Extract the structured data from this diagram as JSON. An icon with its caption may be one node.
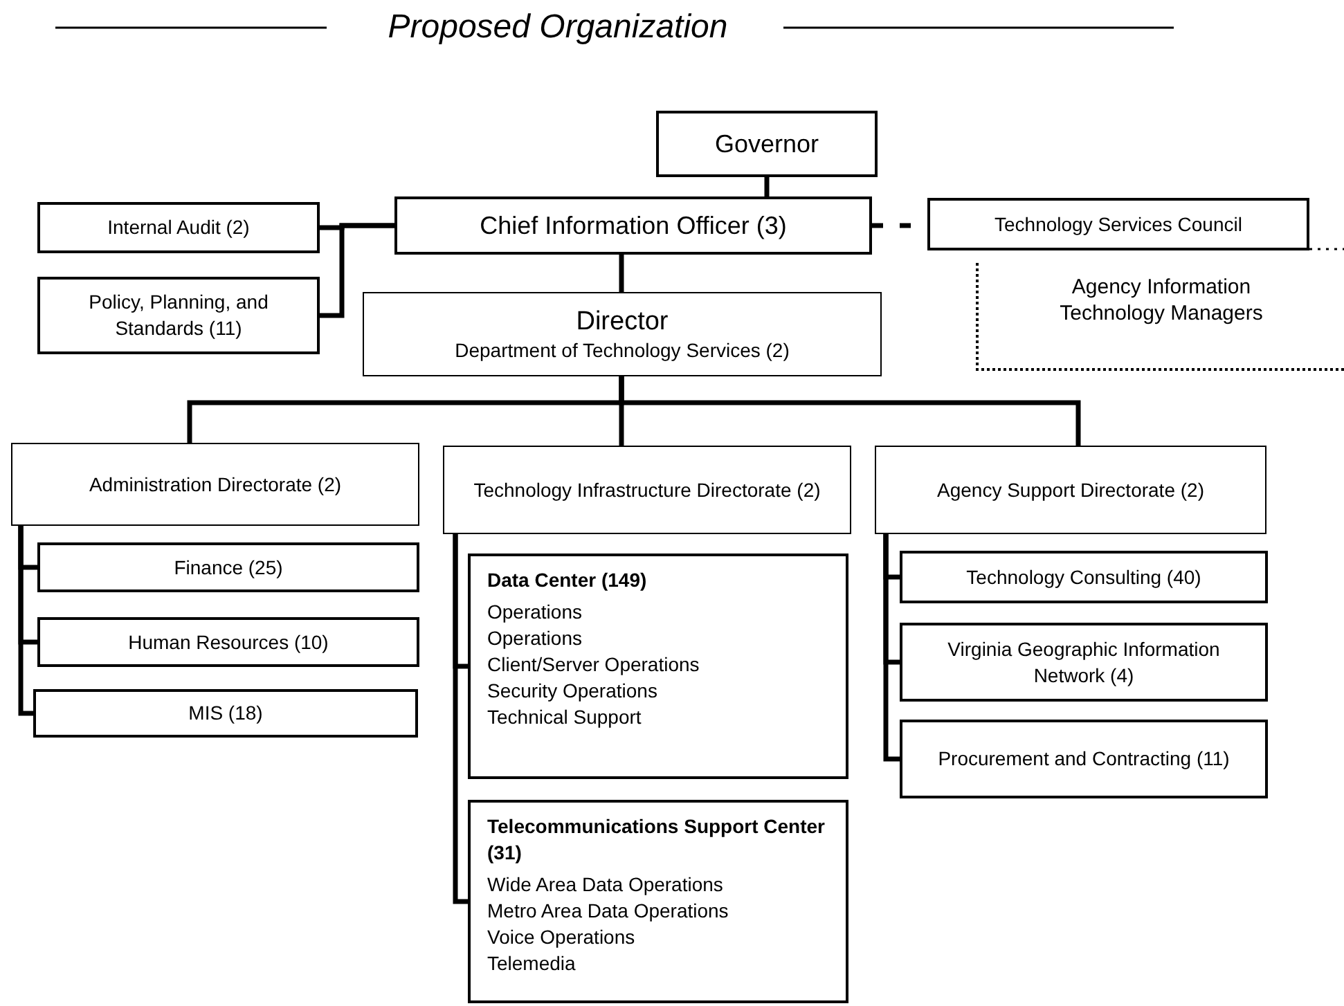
{
  "diagram": {
    "title": "Proposed Organization",
    "nodes": [
      {
        "text": [
          "Governor"
        ]
      },
      {
        "text": [
          "Internal Audit (2)"
        ]
      },
      {
        "text": [
          "Chief Information Officer (3)"
        ]
      },
      {
        "text": [
          "Technology Services Council"
        ]
      },
      {
        "text": [
          "Agency Information Technology Managers"
        ]
      },
      {
        "text": [
          "Policy, Planning, and Standards (11)"
        ]
      },
      {
        "text": [
          "Director",
          "Department of Technology Services (2)"
        ]
      },
      {
        "text": [
          "Administration Directorate (2)"
        ]
      },
      {
        "text": [
          "Technology Infrastructure Directorate (2)"
        ]
      },
      {
        "text": [
          "Agency Support Directorate (2)"
        ]
      },
      {
        "text": [
          "Finance (25)"
        ]
      },
      {
        "text": [
          "Human Resources (10)"
        ]
      },
      {
        "text": [
          "MIS (18)"
        ]
      },
      {
        "text": [
          "Data Center (149)",
          "Operations",
          "Operations",
          "Client/Server Operations",
          "Security Operations",
          "Technical Support"
        ]
      },
      {
        "text": [
          "Telecommunications Support Center (31)",
          "Wide Area Data Operations",
          "Metro Area Data Operations",
          "Voice Operations",
          "Telemedia"
        ]
      },
      {
        "text": [
          "Technology Consulting (40)"
        ]
      },
      {
        "text": [
          "Virginia Geographic Information Network (4)"
        ]
      },
      {
        "text": [
          "Procurement and Contracting (11)"
        ]
      }
    ],
    "edges": [
      {
        "from": 0,
        "to": 2,
        "arrow": "none"
      },
      {
        "from": 2,
        "to": 1,
        "arrow": "none"
      },
      {
        "from": 2,
        "to": 5,
        "arrow": "none"
      },
      {
        "from": 2,
        "to": 3,
        "arrow": "none",
        "style": "dashed"
      },
      {
        "from": 2,
        "to": 6,
        "arrow": "none"
      },
      {
        "from": 6,
        "to": 7,
        "arrow": "none"
      },
      {
        "from": 6,
        "to": 8,
        "arrow": "none"
      },
      {
        "from": 6,
        "to": 9,
        "arrow": "none"
      },
      {
        "from": 7,
        "to": 10,
        "arrow": "none"
      },
      {
        "from": 7,
        "to": 11,
        "arrow": "none"
      },
      {
        "from": 7,
        "to": 12,
        "arrow": "none"
      },
      {
        "from": 8,
        "to": 13,
        "arrow": "none"
      },
      {
        "from": 8,
        "to": 14,
        "arrow": "none"
      },
      {
        "from": 9,
        "to": 15,
        "arrow": "none"
      },
      {
        "from": 9,
        "to": 16,
        "arrow": "none"
      },
      {
        "from": 9,
        "to": 17,
        "arrow": "none"
      }
    ]
  }
}
